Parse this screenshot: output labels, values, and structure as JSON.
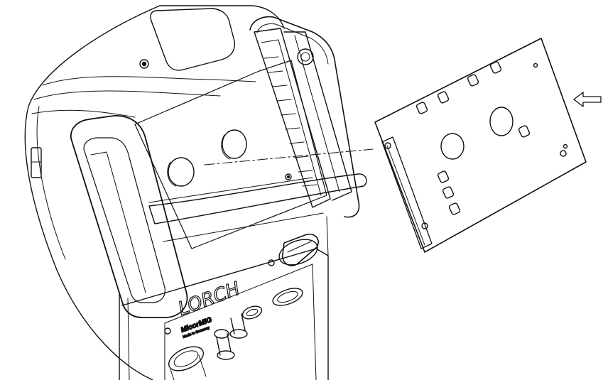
{
  "illustration": {
    "brand_text": "LORCH",
    "model_text": "MicorMIG",
    "model_subtext": "Made in Germany",
    "arrow_icon": "hollow-arrow-left-icon",
    "line_color": "#111111",
    "background": "#ffffff"
  }
}
